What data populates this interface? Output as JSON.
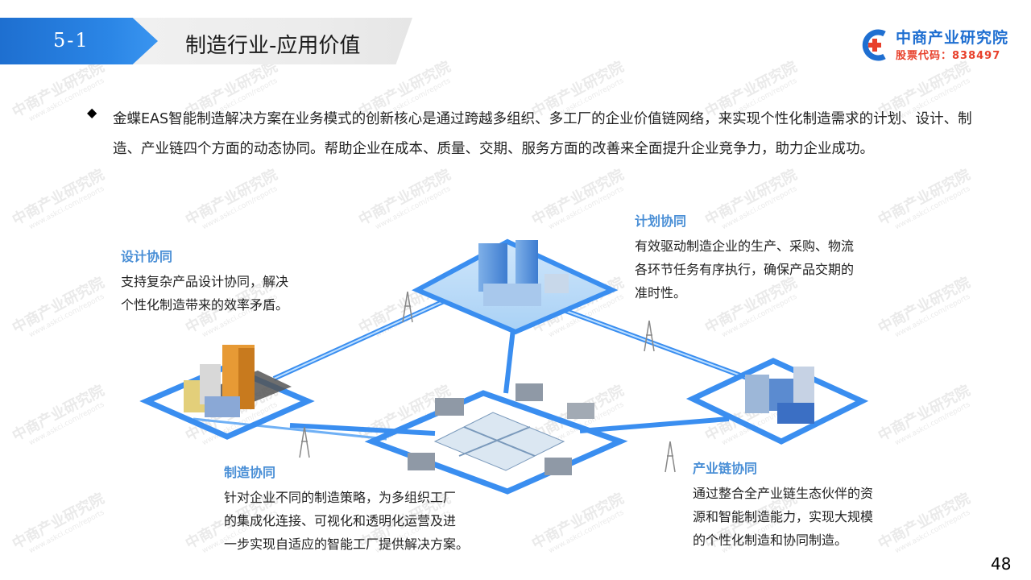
{
  "header": {
    "section_number": "5-1",
    "title": "制造行业-应用价值"
  },
  "logo": {
    "name": "中商产业研究院",
    "stock_code": "股票代码：838497"
  },
  "watermark": {
    "text": "中商产业研究院",
    "url": "www.askci.com/reports"
  },
  "intro": {
    "bullet": "◆",
    "text": "金蝶EAS智能制造解决方案在业务模式的创新核心是通过跨越多组织、多工厂的企业价值链网络，来实现个性化制造需求的计划、设计、制造、产业链四个方面的动态协同。帮助企业在成本、质量、交期、服务方面的改善来全面提升企业竞争力，助力企业成功。"
  },
  "captions": {
    "design": {
      "title": "设计协同",
      "lines": [
        "支持复杂产品设计协同，解决",
        "个性化制造带来的效率矛盾。"
      ]
    },
    "plan": {
      "title": "计划协同",
      "lines": [
        "有效驱动制造企业的生产、采购、物流",
        "各环节任务有序执行，确保产品交期的",
        "准时性。"
      ]
    },
    "manufacture": {
      "title": "制造协同",
      "lines": [
        "针对企业不同的制造策略，为多组织工厂",
        "的集成化连接、可视化和透明化运营及进",
        "一步实现自适应的智能工厂提供解决方案。"
      ]
    },
    "chain": {
      "title": "产业链协同",
      "lines": [
        "通过整合全产业链生态伙伴的资",
        "源和智能制造能力，实现大规模",
        "的个性化制造和协同制造。"
      ]
    }
  },
  "page_number": "48",
  "colors": {
    "accent_blue": "#2b86e6",
    "caption_title": "#4a8fd6",
    "link_blue": "#3a8ef0",
    "logo_red": "#e8402b"
  }
}
